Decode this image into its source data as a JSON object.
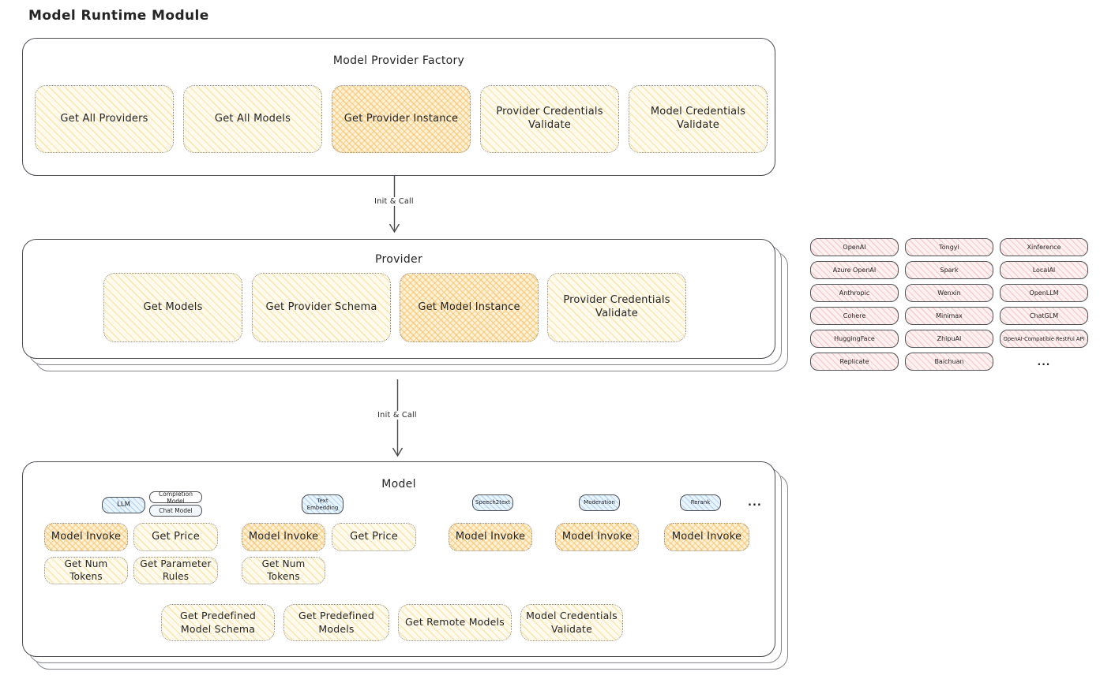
{
  "page_title": "Model Runtime Module",
  "palette": {
    "node_yellow": "#fdf4d7",
    "node_orange_highlight": "#f8d9a0",
    "badge_blue": "#d6e9fa",
    "provider_pink": "#fbe3e3",
    "border_dark": "#4a4d52"
  },
  "factory": {
    "title": "Model Provider Factory",
    "buttons": [
      {
        "label": "Get All Providers",
        "highlighted": false
      },
      {
        "label": "Get All Models",
        "highlighted": false
      },
      {
        "label": "Get Provider Instance",
        "highlighted": true
      },
      {
        "label": "Provider Credentials Validate",
        "highlighted": false
      },
      {
        "label": "Model Credentials Validate",
        "highlighted": false
      }
    ]
  },
  "arrow1": {
    "label": "Init & Call"
  },
  "arrow2": {
    "label": "Init & Call"
  },
  "provider": {
    "title": "Provider",
    "buttons": [
      {
        "label": "Get Models",
        "highlighted": false
      },
      {
        "label": "Get Provider Schema",
        "highlighted": false
      },
      {
        "label": "Get Model Instance",
        "highlighted": true
      },
      {
        "label": "Provider Credentials Validate",
        "highlighted": false
      }
    ]
  },
  "providers_list": {
    "items": [
      "OpenAI",
      "Tongyi",
      "Xinference",
      "Azure OpenAI",
      "Spark",
      "LocalAI",
      "Anthropic",
      "Wenxin",
      "OpenLLM",
      "Cohere",
      "Minimax",
      "ChatGLM",
      "HuggingFace",
      "ZhipuAI",
      "OpenAI-Compatible RestFul API",
      "Replicate",
      "Baichuan",
      "..."
    ]
  },
  "model": {
    "title": "Model",
    "badges": {
      "llm": "LLM",
      "completion_model": "Completion Model",
      "chat_model": "Chat Model",
      "text_embedding": "Text Embedding",
      "speech2text": "Speech2text",
      "moderation": "Moderation",
      "rerank": "Rerank",
      "more": "..."
    },
    "llm_buttons": [
      {
        "label": "Model Invoke",
        "highlighted": true
      },
      {
        "label": "Get Price",
        "highlighted": false
      },
      {
        "label": "Get Num Tokens",
        "highlighted": false
      },
      {
        "label": "Get Parameter Rules",
        "highlighted": false
      }
    ],
    "text_embedding_buttons": [
      {
        "label": "Model Invoke",
        "highlighted": true
      },
      {
        "label": "Get Price",
        "highlighted": false
      },
      {
        "label": "Get Num Tokens",
        "highlighted": false
      }
    ],
    "speech2text_buttons": [
      {
        "label": "Model Invoke",
        "highlighted": true
      }
    ],
    "moderation_buttons": [
      {
        "label": "Model Invoke",
        "highlighted": true
      }
    ],
    "rerank_buttons": [
      {
        "label": "Model Invoke",
        "highlighted": true
      }
    ],
    "common_buttons": [
      {
        "label": "Get Predefined Model Schema"
      },
      {
        "label": "Get Predefined Models"
      },
      {
        "label": "Get Remote Models"
      },
      {
        "label": "Model Credentials Validate"
      }
    ]
  }
}
